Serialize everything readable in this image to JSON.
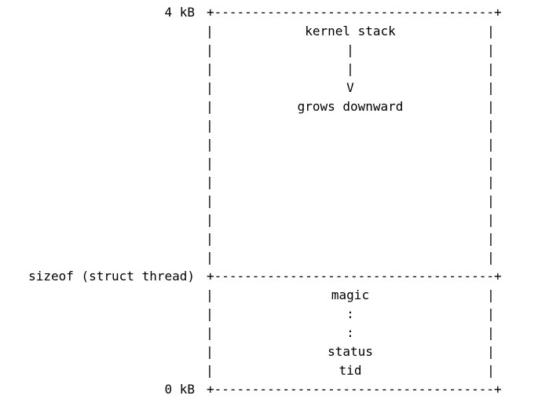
{
  "labels": {
    "top": "4 kB",
    "middle": "sizeof (struct thread)",
    "bottom": "0 kB"
  },
  "border": "+-------------------------------------+",
  "bar": "|",
  "stack_section": {
    "lines": [
      "kernel stack",
      "|",
      "|",
      "V",
      "grows downward"
    ]
  },
  "thread_section": {
    "lines": [
      "magic",
      ":",
      ":",
      "status",
      "tid"
    ]
  }
}
